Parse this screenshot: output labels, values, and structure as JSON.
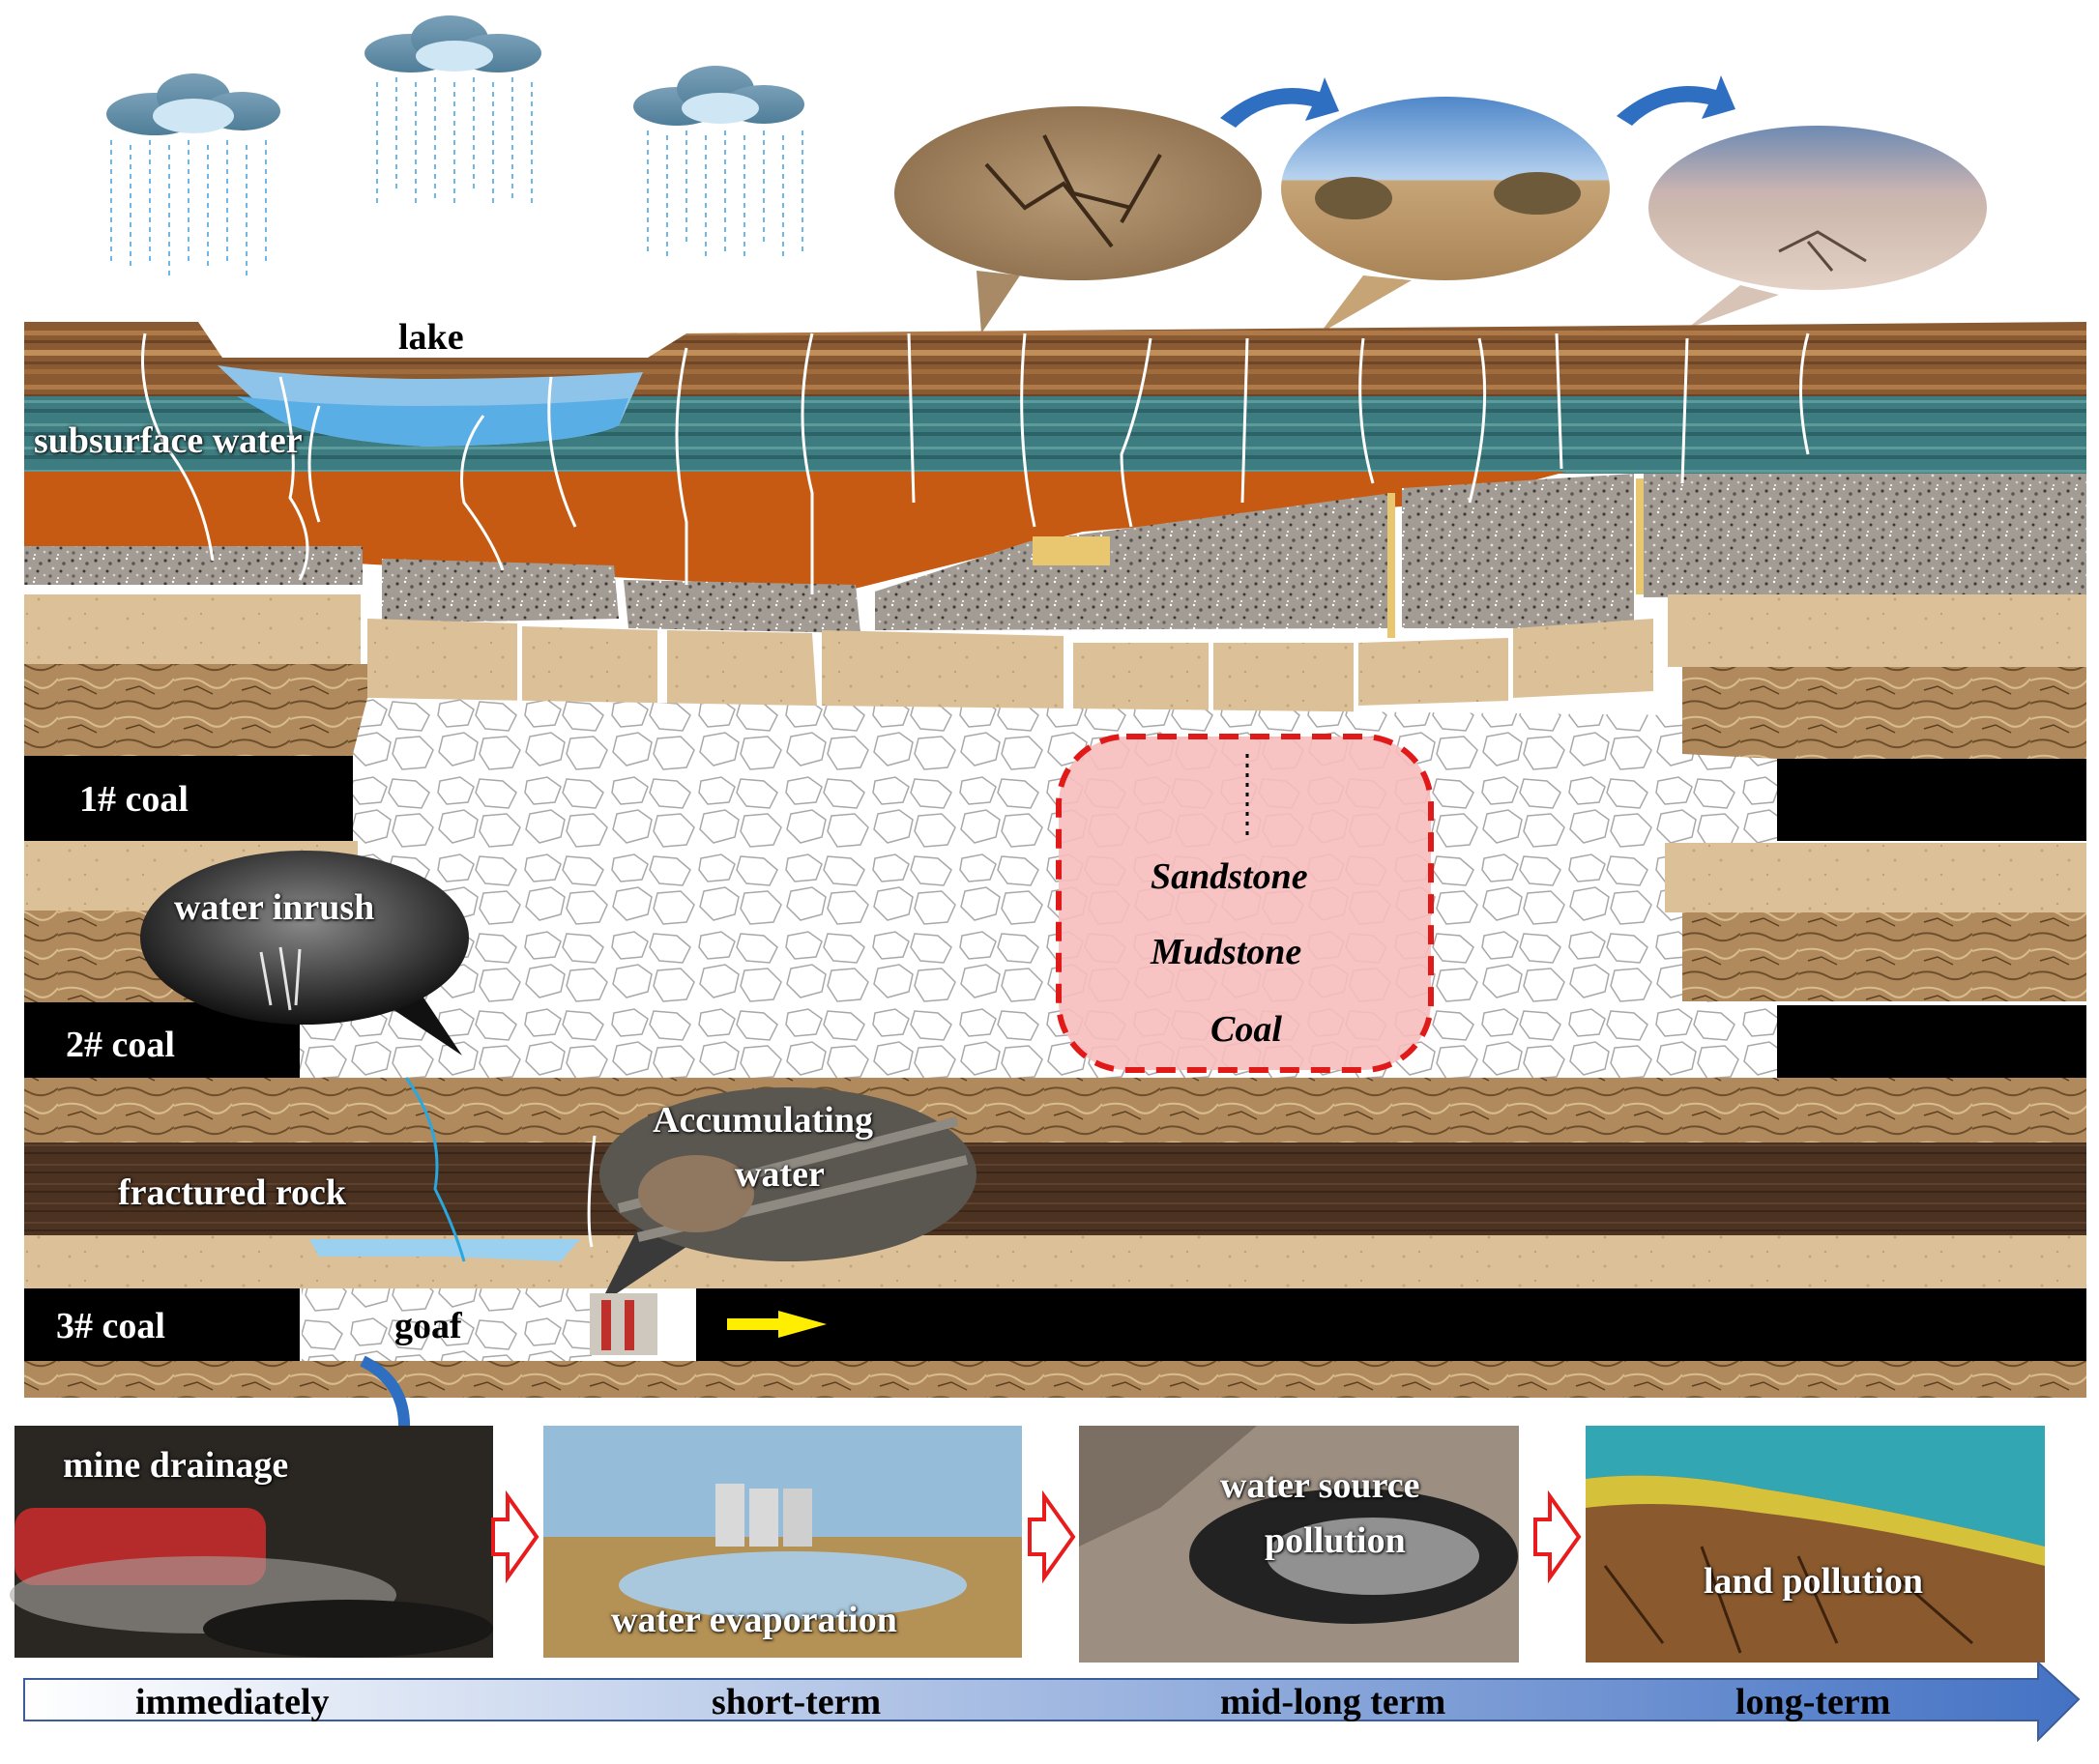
{
  "labels": {
    "lake": "lake",
    "subsurface_water": "subsurface water",
    "coal1": "1# coal",
    "coal2": "2# coal",
    "coal3": "3# coal",
    "water_inrush": "water inrush",
    "fractured_rock": "fractured rock",
    "accumulating_water_line1": "Accumulating",
    "accumulating_water_line2": "water",
    "goaf": "goaf",
    "legend_sandstone": "Sandstone",
    "legend_mudstone": "Mudstone",
    "legend_coal": "Coal"
  },
  "bottom_panels": [
    {
      "label": "mine drainage"
    },
    {
      "label": "water evaporation"
    },
    {
      "label_line1": "water source",
      "label_line2": "pollution"
    },
    {
      "label": "land pollution"
    }
  ],
  "timeline": [
    "immediately",
    "short-term",
    "mid-long term",
    "long-term"
  ],
  "colors": {
    "soil_brown": "#8a5a32",
    "aquifer_teal": "#3f7f83",
    "clay_orange": "#c65a12",
    "gravel_gray": "#9a938c",
    "sandstone_tan": "#d8b890",
    "mudstone_brown": "#a57c4e",
    "coal_black": "#000000",
    "fractured_rock_dark": "#4a3120",
    "legend_fill": "#f7bdbd",
    "legend_border": "#e01919",
    "timeline_arrow_start": "#ffffff",
    "timeline_arrow_end": "#4472c4",
    "flow_arrow_blue": "#2f6fc1",
    "hollow_arrow_red": "#e81c1c",
    "mining_arrow_yellow": "#ffee00"
  },
  "icons": [
    "rain-cloud-icon",
    "curved-arrow-icon",
    "hollow-arrow-right-icon",
    "yellow-arrow-icon",
    "timeline-arrow-icon"
  ]
}
